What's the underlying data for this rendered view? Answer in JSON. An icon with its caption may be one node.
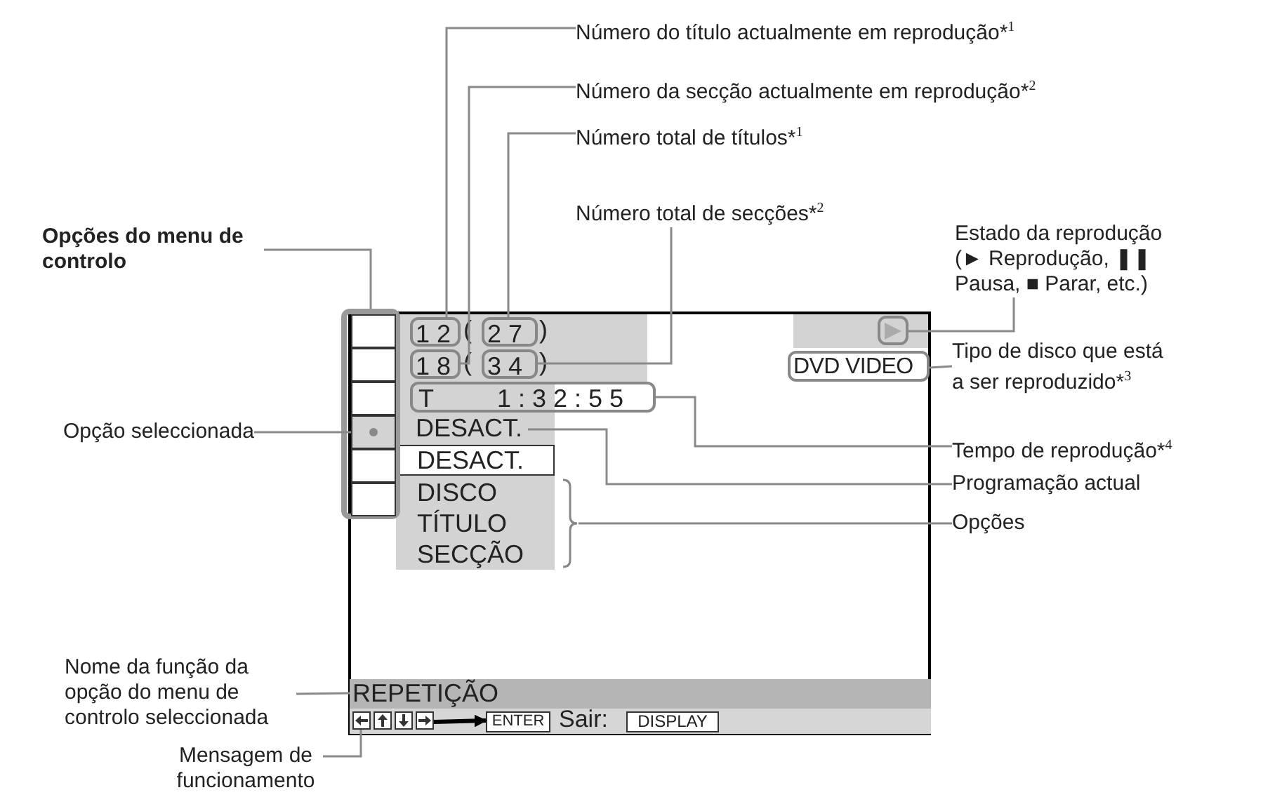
{
  "diagram": {
    "nodes": [
      {
        "text": [],
        "shape": "box"
      },
      {
        "text": [],
        "shape": "box"
      },
      {
        "text": [],
        "shape": "box",
        "in": 1
      },
      {
        "text": [],
        "shape": "box",
        "in": 1
      },
      {
        "text": [],
        "shape": "box",
        "in": 1
      },
      {
        "text": [],
        "shape": "box",
        "in": 1
      },
      {
        "text": [],
        "shape": "box",
        "in": 1
      },
      {
        "text": [],
        "shape": "box",
        "in": 1
      },
      {
        "text": [
          "1 2"
        ],
        "in": 0
      },
      {
        "text": [
          "2 7"
        ],
        "in": 0
      },
      {
        "text": [
          "1 8"
        ],
        "in": 0
      },
      {
        "text": [
          "3 4"
        ],
        "in": 0
      },
      {
        "text": [],
        "shape": "box",
        "in": 0
      },
      {
        "text": [
          "DVD VIDEO"
        ],
        "in": 0
      },
      {
        "text": [
          "T",
          "1 : 3 2 : 5 5"
        ],
        "in": 0
      },
      {
        "text": [
          "DESACT."
        ],
        "in": 0
      },
      {
        "text": [
          "DESACT."
        ],
        "in": 0
      },
      {
        "text": [
          "DISCO",
          "TÍTULO",
          "SECÇÃO"
        ],
        "in": 0
      },
      {
        "text": [
          "REPETIÇÃO"
        ],
        "in": 0
      },
      {
        "text": [
          "Sair:"
        ],
        "in": 0
      },
      {
        "text": [],
        "shape": "box",
        "in": 19
      },
      {
        "text": [],
        "shape": "box",
        "in": 19
      },
      {
        "text": [],
        "shape": "box",
        "in": 19
      },
      {
        "text": [],
        "shape": "box",
        "in": 19
      },
      {
        "text": [
          "ENTER"
        ],
        "in": 19
      },
      {
        "text": [
          "DISPLAY"
        ],
        "in": 19
      },
      {
        "text": [
          "Número do título actualmente em reprodução*$^{1}$"
        ]
      },
      {
        "text": [
          "Número da secção actualmente em reprodução*$^{2}$"
        ]
      },
      {
        "text": [
          "Número total de títulos*$^{1}$"
        ]
      },
      {
        "text": [
          "Número total de secções*$^{2}$"
        ]
      },
      {
        "text": [
          "Opções do menu de controlo"
        ]
      },
      {
        "text": [
          "Estado da reprodução (► Reprodução, ❚❚ Pausa, ■ Parar, etc.)"
        ]
      },
      {
        "text": [
          "Tipo de disco que está a ser reproduzido*$^{3}$"
        ]
      },
      {
        "text": [
          "Opção seleccionada"
        ]
      },
      {
        "text": [
          "Tempo de reprodução*$^{4}$"
        ]
      },
      {
        "text": [
          "Programação actual"
        ]
      },
      {
        "text": [
          "Opções"
        ]
      },
      {
        "text": [
          "Nome da função da opção do menu de controlo seleccionada"
        ]
      },
      {
        "text": [
          "Mensagem de funcionamento"
        ]
      }
    ],
    "edges": [
      {
        "from": 26,
        "to": 8,
        "arrow": "none"
      },
      {
        "from": 27,
        "to": 10,
        "arrow": "none"
      },
      {
        "from": 28,
        "to": 9,
        "arrow": "none"
      },
      {
        "from": 29,
        "to": 11,
        "arrow": "none"
      },
      {
        "from": 30,
        "to": 1,
        "arrow": "none"
      },
      {
        "from": 31,
        "to": 12,
        "arrow": "none"
      },
      {
        "from": 32,
        "to": 13,
        "arrow": "none"
      },
      {
        "from": 33,
        "to": 5,
        "arrow": "none"
      },
      {
        "from": 34,
        "to": 14,
        "arrow": "none"
      },
      {
        "from": 35,
        "to": 15,
        "arrow": "none"
      },
      {
        "from": 36,
        "to": 17,
        "arrow": "none"
      },
      {
        "from": 37,
        "to": 18,
        "arrow": "none"
      },
      {
        "from": 38,
        "to": 20,
        "arrow": "none"
      },
      {
        "from": 23,
        "to": 24,
        "arrow": "to",
        "style": "thick",
        "color": "#000000"
      }
    ],
    "labels": [
      "(",
      ")",
      "(",
      ")"
    ]
  }
}
